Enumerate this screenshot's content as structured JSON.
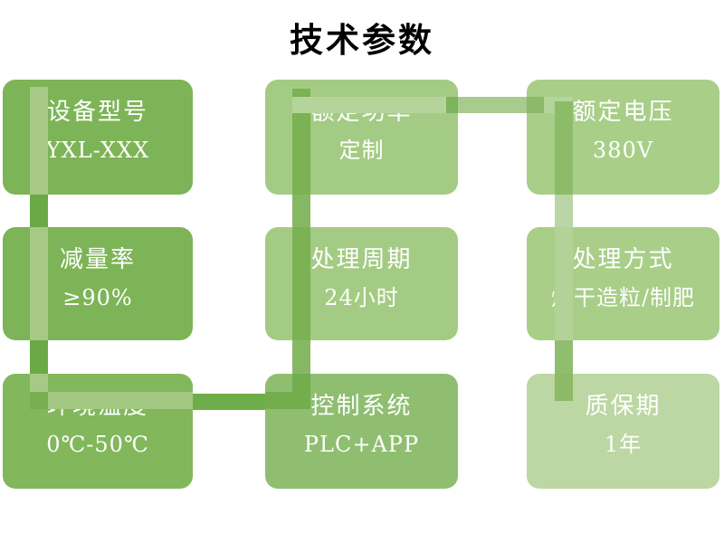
{
  "title": "技术参数",
  "diagram": {
    "type": "snake-flow",
    "boxes": [
      {
        "label": "设备型号",
        "value": "YXL-XXX",
        "fill": "#7DB457"
      },
      {
        "label": "额定功率",
        "value": "定制",
        "fill": "#A4CB83"
      },
      {
        "label": "额定电压",
        "value": "380V",
        "fill": "#A8CE88"
      },
      {
        "label": "减量率",
        "value": "≥90%",
        "fill": "#7DB457"
      },
      {
        "label": "处理周期",
        "value": "24小时",
        "fill": "#A4CB83"
      },
      {
        "label": "处理方式",
        "value": "烘干造粒/制肥",
        "fill": "#A8CE88"
      },
      {
        "label": "环境温度",
        "value": "0℃-50℃",
        "fill": "#82B75C"
      },
      {
        "label": "控制系统",
        "value": "PLC+APP",
        "fill": "#8FBE70"
      },
      {
        "label": "质保期",
        "value": "1年",
        "fill": "#BCD7A3"
      }
    ],
    "colors": {
      "title_text": "#000000",
      "box_text": "#FFFFFF",
      "connector_dark": "#6BA947",
      "connector_mid": "#86B864",
      "connector_light": "#A9CB8E",
      "connector_pale": "#BAD5A6"
    }
  }
}
